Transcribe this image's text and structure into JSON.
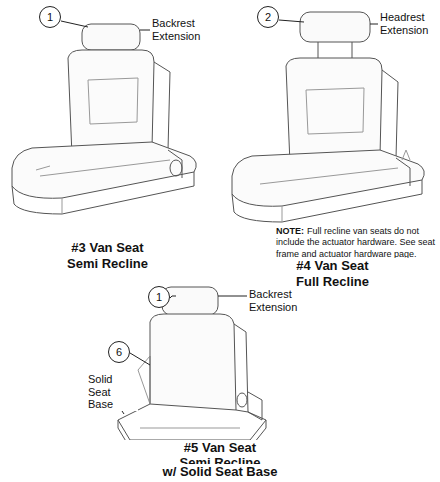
{
  "diagram": {
    "nodes": [
      {
        "text": [
          "1"
        ]
      },
      {
        "text": [
          "2"
        ]
      },
      {
        "text": [
          "1"
        ]
      },
      {
        "text": [
          "6"
        ]
      }
    ],
    "labels": [
      "Backrest Extension",
      "Headrest Extension",
      "NOTE:",
      "Full recline van seats do not include the actuator hardware. See seat frame and actuator hardware page.",
      "#3 Van Seat",
      "Semi Recline",
      "#4 Van Seat",
      "Full Recline",
      "Backrest Extension",
      "Solid Seat Base",
      "#5 Van Seat",
      "Semi Recline",
      "w/ Solid Seat Base"
    ]
  }
}
